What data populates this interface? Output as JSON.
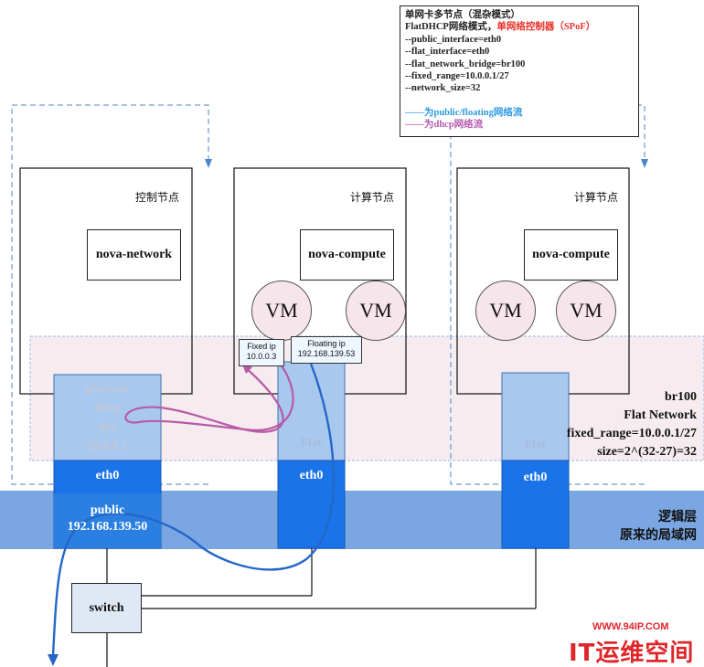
{
  "legend": {
    "title": "单网卡多节点（混杂模式）",
    "mode_prefix": "FlatDHCP网络模式，",
    "mode_red": "单网络控制器（SPoF）",
    "flags": [
      "--public_interface=eth0",
      "--flat_interface=eth0",
      "--flat_network_bridge=br100",
      "--fixed_range=10.0.0.1/27",
      "--network_size=32"
    ],
    "blue_flow": "——为public/floating网络流",
    "purple_flow": "——为dhcp网络流"
  },
  "nodes": {
    "controller": {
      "title": "控制节点",
      "service": "nova-network"
    },
    "compute1": {
      "title": "计算节点",
      "service": "nova-compute"
    },
    "compute2": {
      "title": "计算节点",
      "service": "nova-compute"
    }
  },
  "vm_label": "VM",
  "fixed_ip": {
    "line1": "Fixed ip",
    "line2": "10.0.0.3"
  },
  "floating_ip": {
    "line1": "Floating ip",
    "line2": "192.168.139.53"
  },
  "controller_bridge": {
    "gateway": "gateway",
    "dhcp": "dhcp",
    "dns": "dns",
    "ip": "10.0.0.1"
  },
  "flat_label": "Flat",
  "eth0_label": "eth0",
  "public": {
    "label": "public",
    "ip": "192.168.139.50"
  },
  "bridge_info": {
    "name": "br100",
    "network": "Flat Network",
    "range": "fixed_range=10.0.0.1/27",
    "size": "size=2^(32-27)=32"
  },
  "lan": {
    "line1": "逻辑层",
    "line2": "原来的局域网"
  },
  "switch_label": "switch",
  "watermark": {
    "url": "WWW.94IP.COM",
    "name": "IT运维空间"
  },
  "colors": {
    "flat_band": "#f6ecef",
    "lan_band": "#7aa6e2",
    "bridge_light": "#a9c8ef",
    "eth0": "#1a73e8",
    "public_part": "#2a7fe0",
    "blue_flow": "#2467c8",
    "purple_flow": "#b75aa7",
    "dashed": "#4a86c8",
    "watermark": "#e0262a"
  }
}
